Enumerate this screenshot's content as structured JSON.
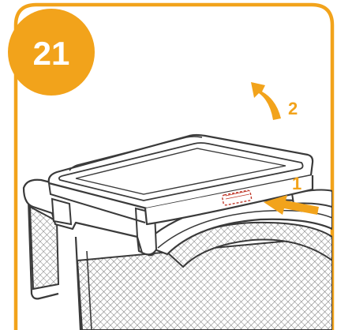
{
  "step": {
    "number": "21"
  },
  "callouts": {
    "push": "1",
    "lift": "2"
  },
  "colors": {
    "accent": "#f2a31b",
    "line": "#3a3a3a",
    "mesh": "#8a8a8a",
    "background": "#ffffff"
  }
}
